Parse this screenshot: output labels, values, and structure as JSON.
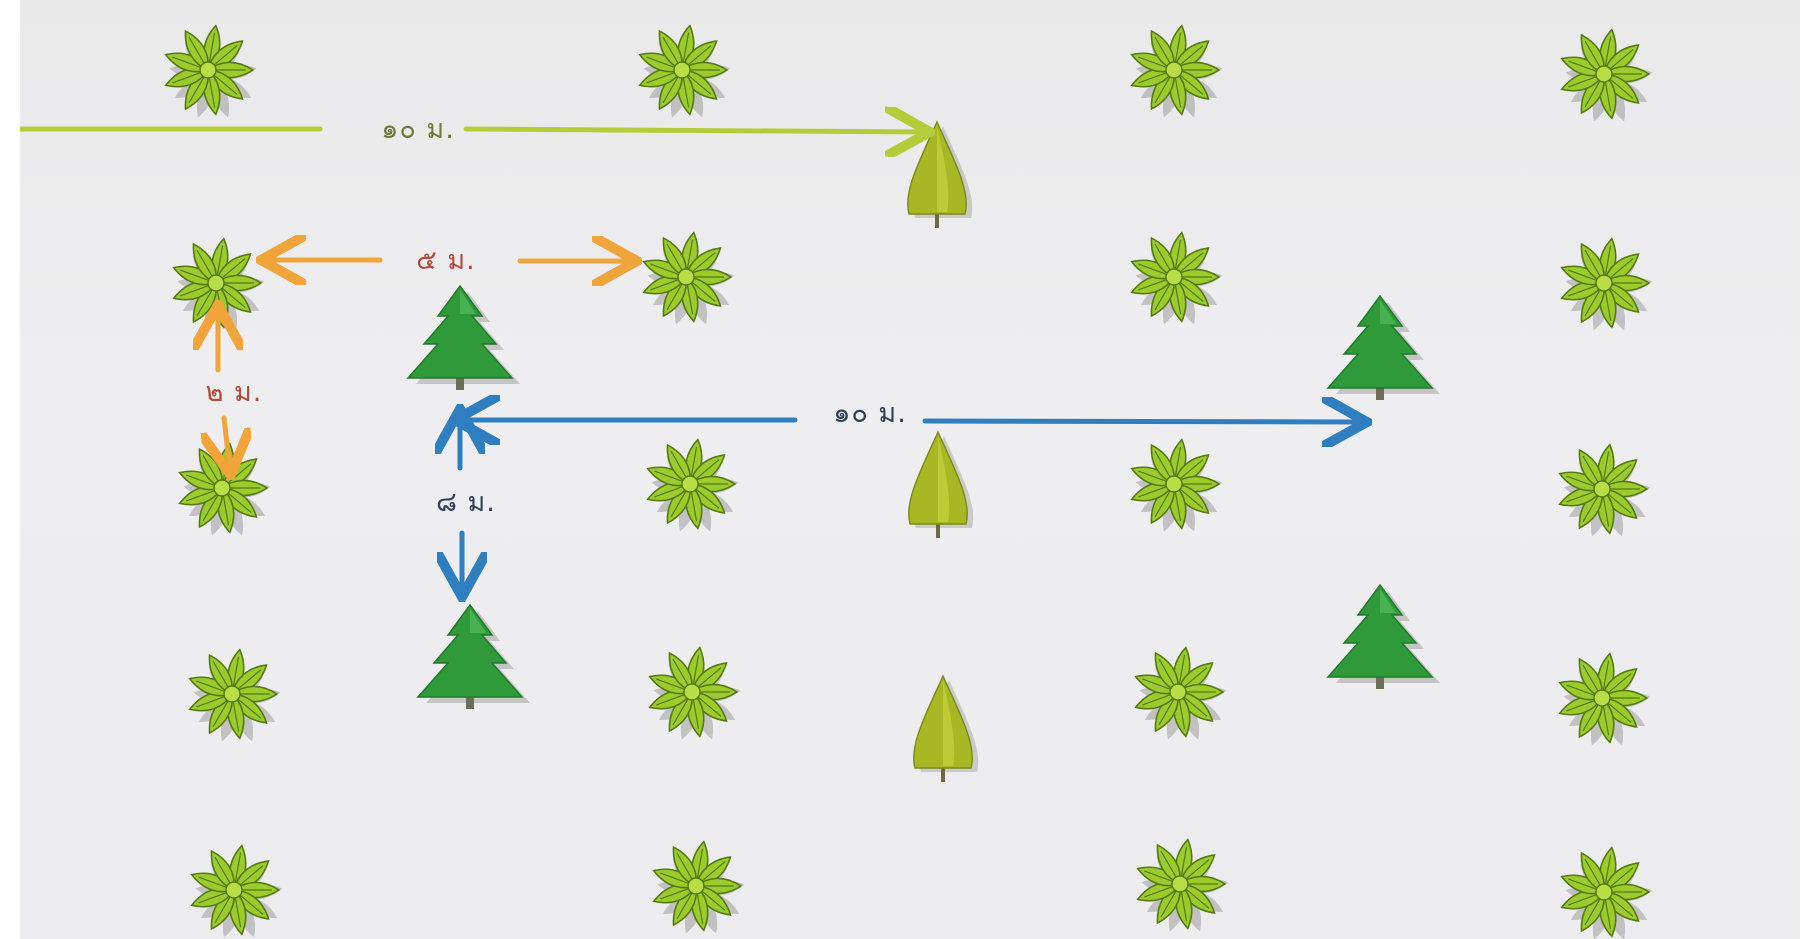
{
  "diagram": {
    "measurements": [
      {
        "id": "top-spacing",
        "text": "๑๐ ม.",
        "color": "#6f7a3a"
      },
      {
        "id": "palm-row-spacing",
        "text": "๕ ม.",
        "color": "#b24a3c"
      },
      {
        "id": "palm-column-spacing",
        "text": "๒ ม.",
        "color": "#b24a3c"
      },
      {
        "id": "pine-row-spacing",
        "text": "๑๐ ม.",
        "color": "#2f3f55"
      },
      {
        "id": "pine-column-spacing",
        "text": "๘ ม.",
        "color": "#2f3f55"
      }
    ],
    "colors": {
      "background": "#ececee",
      "yellow_green_arrow": "#b5cc3a",
      "orange_arrow": "#f0a43a",
      "blue_arrow": "#2f7fc0",
      "palm_fill": "#9ccc2c",
      "palm_stroke": "#557a14",
      "pine_fill": "#2f9a3a",
      "cypress_fill": "#a8b824"
    },
    "icons": {
      "palm": "palm-plant-icon",
      "pine": "pine-tree-icon",
      "cypress": "cypress-tree-icon"
    }
  }
}
